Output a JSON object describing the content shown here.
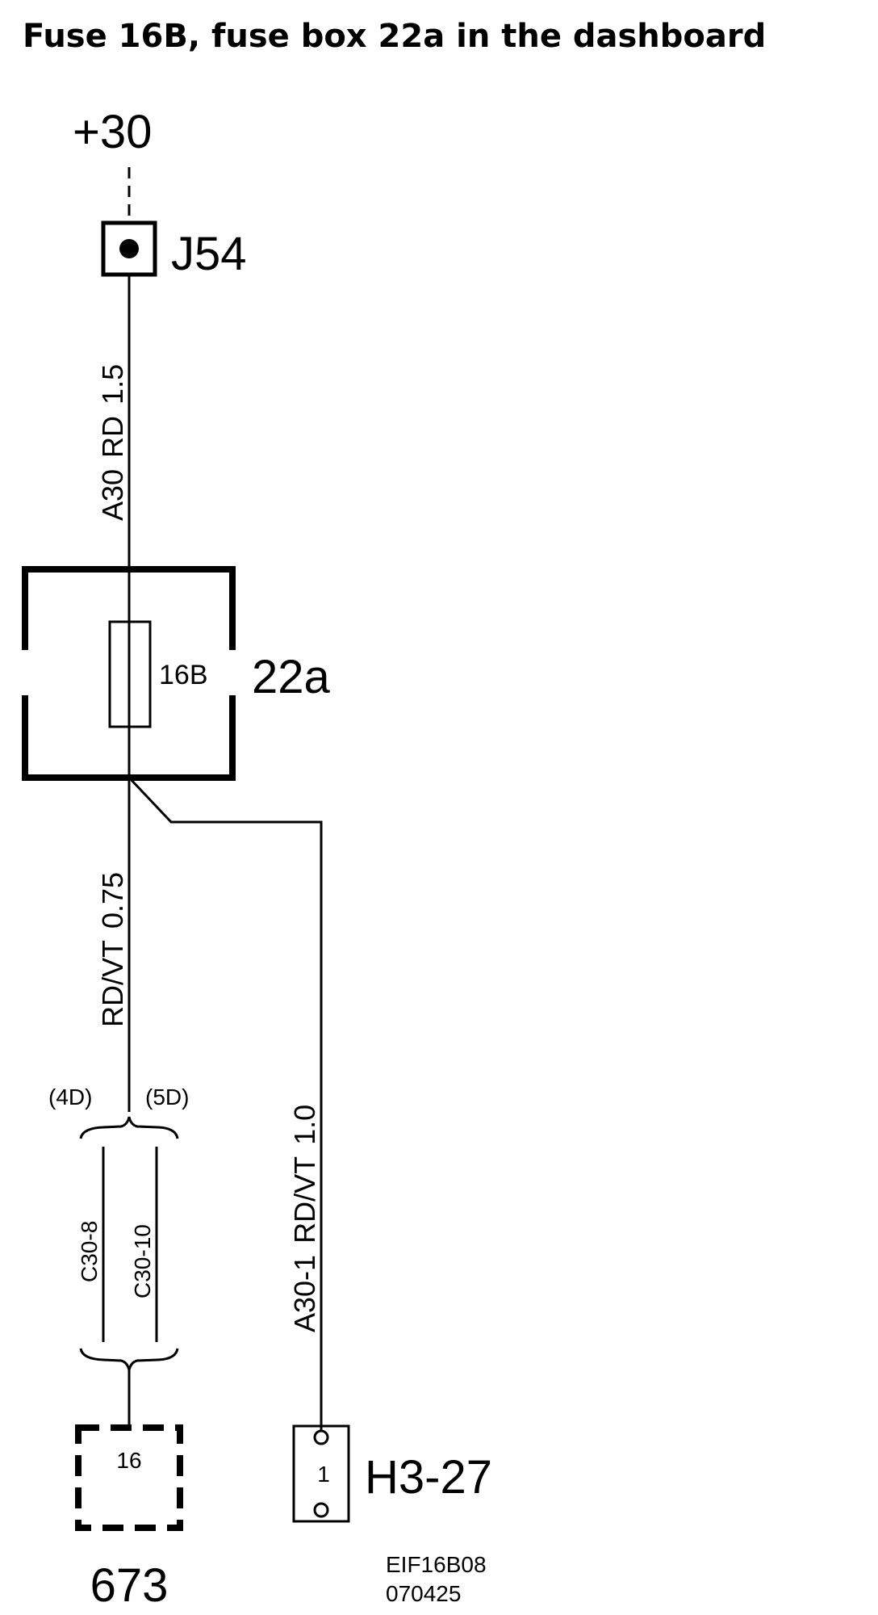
{
  "title": "Fuse 16B, fuse box 22a in the dashboard",
  "supply": "+30",
  "junction": "J54",
  "wire_top": {
    "id": "A30",
    "color": "RD",
    "gauge": "1.5"
  },
  "fuse": "16B",
  "fuse_box": "22a",
  "wire_left": {
    "color": "RD/VT",
    "gauge": "0.75"
  },
  "wire_right": {
    "id": "A30-1",
    "color": "RD/VT",
    "gauge": "1.0"
  },
  "variant_left": "(4D)",
  "variant_right": "(5D)",
  "connector_left": "C30-8",
  "connector_right": "C30-10",
  "component_left": {
    "pin": "16",
    "id": "673"
  },
  "component_right": {
    "pin": "1",
    "id": "H3-27"
  },
  "drawing_code": "EIF16B08",
  "drawing_date": "070425"
}
